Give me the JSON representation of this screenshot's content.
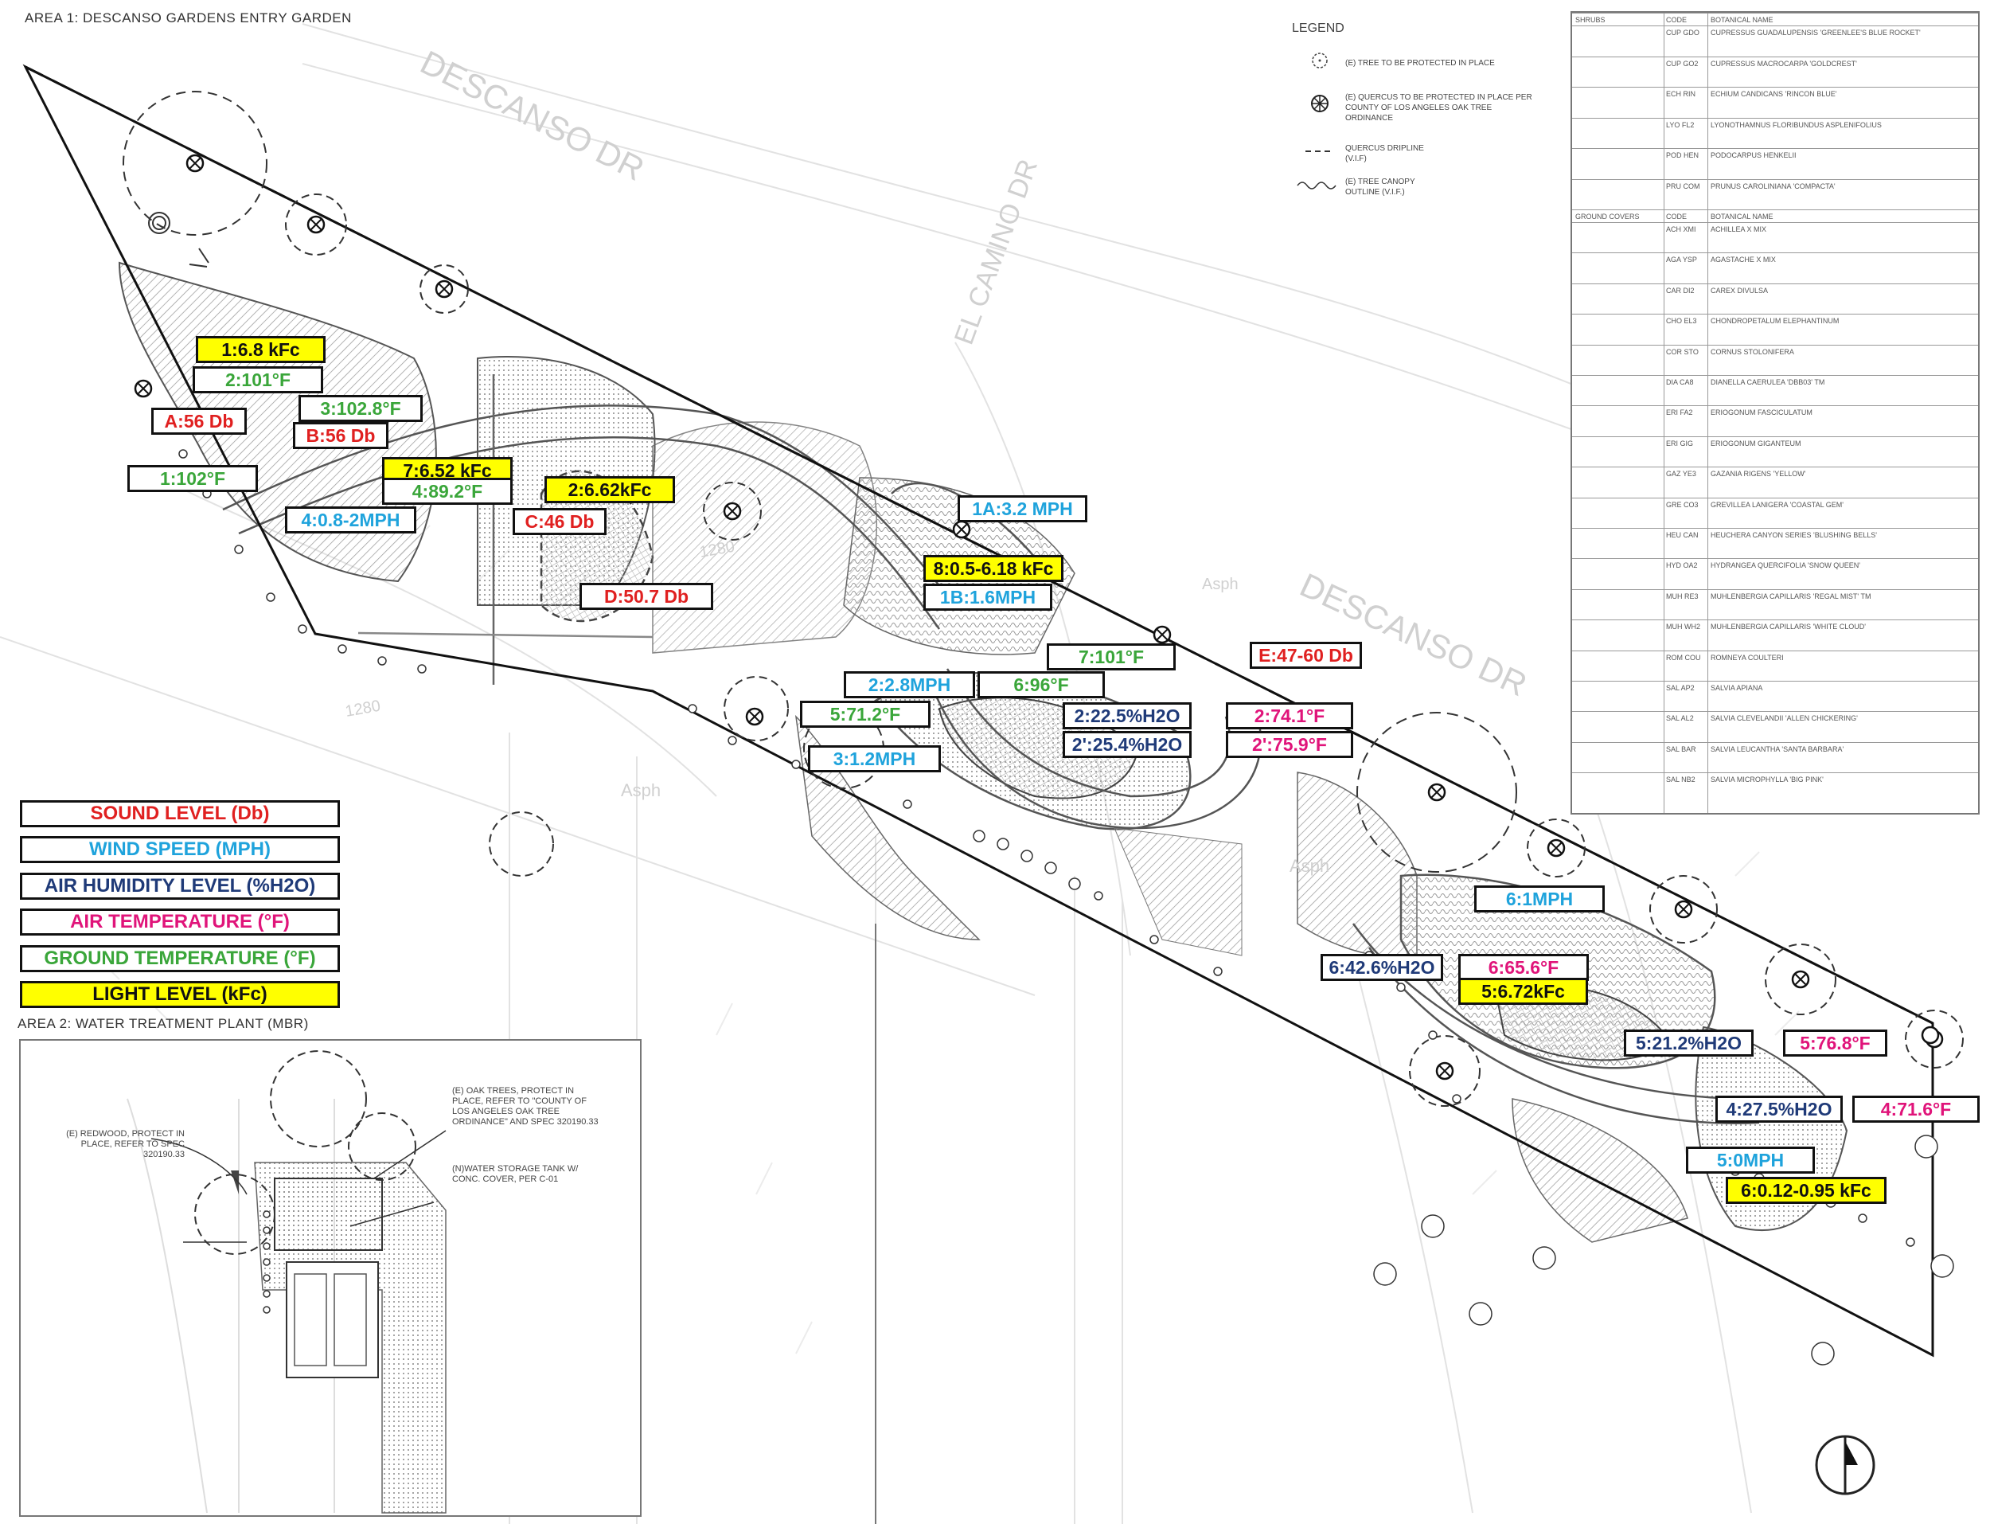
{
  "area1_title": "AREA 1: DESCANSO GARDENS ENTRY GARDEN",
  "area2_title": "AREA 2: WATER TREATMENT  PLANT (MBR)",
  "colors": {
    "sound": "#e02020",
    "wind": "#1fa3dc",
    "humidity": "#1f3a78",
    "air_temp": "#e0147a",
    "ground_temp": "#3aa63a",
    "light": "#111111",
    "light_fill": "#ffff00"
  },
  "map_text": {
    "street_upper": "DESCANSO DR",
    "street_lower": "DESCANSO DR",
    "street_cross": "EL CAMINO DR",
    "asph_1": "Asph",
    "asph_2": "Asph",
    "asph_3": "Asph",
    "elev_1": "1280",
    "elev_2": "1280"
  },
  "legend": {
    "title": "LEGEND",
    "items": [
      {
        "icon": "circle-dot-icon",
        "text": "(E) TREE TO BE PROTECTED IN PLACE"
      },
      {
        "icon": "oak-tree-icon",
        "text": "(E) QUERCUS TO BE PROTECTED IN PLACE PER COUNTY OF LOS ANGELES OAK TREE ORDINANCE"
      },
      {
        "icon": "dashed-line-icon",
        "text": "QUERCUS DRIPLINE (V.I.F)"
      },
      {
        "icon": "canopy-outline-icon",
        "text": "(E) TREE CANOPY OUTLINE (V.I.F.)"
      }
    ]
  },
  "plant_table": {
    "shrub_header": [
      "SHRUBS",
      "CODE",
      "BOTANICAL NAME"
    ],
    "shrubs": [
      {
        "code": "CUP GDO",
        "name": "CUPRESSUS GUADALUPENSIS 'GREENLEE'S BLUE ROCKET'"
      },
      {
        "code": "CUP GO2",
        "name": "CUPRESSUS MACROCARPA 'GOLDCREST'"
      },
      {
        "code": "ECH RIN",
        "name": "ECHIUM CANDICANS 'RINCON BLUE'"
      },
      {
        "code": "LYO FL2",
        "name": "LYONOTHAMNUS FLORIBUNDUS ASPLENIFOLIUS"
      },
      {
        "code": "POD HEN",
        "name": "PODOCARPUS HENKELII"
      },
      {
        "code": "PRU COM",
        "name": "PRUNUS CAROLINIANA 'COMPACTA'"
      }
    ],
    "gc_header": [
      "GROUND COVERS",
      "CODE",
      "BOTANICAL NAME"
    ],
    "groundcovers": [
      {
        "code": "ACH XMI",
        "name": "ACHILLEA X MIX"
      },
      {
        "code": "AGA YSP",
        "name": "AGASTACHE X MIX"
      },
      {
        "code": "CAR DI2",
        "name": "CAREX DIVULSA"
      },
      {
        "code": "CHO EL3",
        "name": "CHONDROPETALUM ELEPHANTINUM"
      },
      {
        "code": "COR STO",
        "name": "CORNUS STOLONIFERA"
      },
      {
        "code": "DIA CA8",
        "name": "DIANELLA CAERULEA 'DBB03' TM"
      },
      {
        "code": "ERI FA2",
        "name": "ERIOGONUM FASCICULATUM"
      },
      {
        "code": "ERI GIG",
        "name": "ERIOGONUM GIGANTEUM"
      },
      {
        "code": "GAZ YE3",
        "name": "GAZANIA RIGENS 'YELLOW'"
      },
      {
        "code": "GRE CO3",
        "name": "GREVILLEA LANIGERA 'COASTAL GEM'"
      },
      {
        "code": "HEU CAN",
        "name": "HEUCHERA CANYON SERIES 'BLUSHING BELLS'"
      },
      {
        "code": "HYD OA2",
        "name": "HYDRANGEA QUERCIFOLIA 'SNOW QUEEN'"
      },
      {
        "code": "MUH RE3",
        "name": "MUHLENBERGIA CAPILLARIS 'REGAL MIST' TM"
      },
      {
        "code": "MUH WH2",
        "name": "MUHLENBERGIA CAPILLARIS 'WHITE CLOUD'"
      },
      {
        "code": "ROM COU",
        "name": "ROMNEYA COULTERI"
      },
      {
        "code": "SAL AP2",
        "name": "SALVIA APIANA"
      },
      {
        "code": "SAL AL2",
        "name": "SALVIA CLEVELANDII 'ALLEN CHICKERING'"
      },
      {
        "code": "SAL BAR",
        "name": "SALVIA LEUCANTHA 'SANTA BARBARA'"
      },
      {
        "code": "SAL NB2",
        "name": "SALVIA MICROPHYLLA 'BIG PINK'"
      }
    ]
  },
  "measurement_key": [
    {
      "type": "sound",
      "text": "SOUND LEVEL (Db)"
    },
    {
      "type": "wind",
      "text": "WIND SPEED (MPH)"
    },
    {
      "type": "humidity",
      "text": "AIR HUMIDITY LEVEL (%H2O)"
    },
    {
      "type": "air_temp",
      "text": "AIR TEMPERATURE (°F)"
    },
    {
      "type": "ground_temp",
      "text": "GROUND TEMPERATURE (°F)"
    },
    {
      "type": "light",
      "text": "LIGHT LEVEL (kFc)"
    }
  ],
  "measurements": [
    {
      "type": "light",
      "text": "1:6.8 kFc"
    },
    {
      "type": "ground_temp",
      "text": "2:101°F"
    },
    {
      "type": "ground_temp",
      "text": "3:102.8°F"
    },
    {
      "type": "sound",
      "text": "A:56 Db"
    },
    {
      "type": "sound",
      "text": "B:56 Db"
    },
    {
      "type": "ground_temp",
      "text": "1:102°F"
    },
    {
      "type": "light",
      "text": "7:6.52 kFc"
    },
    {
      "type": "ground_temp",
      "text": "4:89.2°F"
    },
    {
      "type": "light",
      "text": "2:6.62kFc"
    },
    {
      "type": "wind",
      "text": "4:0.8-2MPH"
    },
    {
      "type": "sound",
      "text": "C:46 Db"
    },
    {
      "type": "wind",
      "text": "1A:3.2 MPH"
    },
    {
      "type": "light",
      "text": "8:0.5-6.18 kFc"
    },
    {
      "type": "wind",
      "text": "1B:1.6MPH"
    },
    {
      "type": "sound",
      "text": "D:50.7 Db"
    },
    {
      "type": "ground_temp",
      "text": "7:101°F"
    },
    {
      "type": "sound",
      "text": "E:47-60 Db"
    },
    {
      "type": "wind",
      "text": "2:2.8MPH"
    },
    {
      "type": "ground_temp",
      "text": "6:96°F"
    },
    {
      "type": "ground_temp",
      "text": "5:71.2°F"
    },
    {
      "type": "humidity",
      "text": "2:22.5%H2O"
    },
    {
      "type": "air_temp",
      "text": "2:74.1°F"
    },
    {
      "type": "humidity",
      "text": "2':25.4%H2O"
    },
    {
      "type": "air_temp",
      "text": "2':75.9°F"
    },
    {
      "type": "wind",
      "text": "3:1.2MPH"
    },
    {
      "type": "wind",
      "text": "6:1MPH"
    },
    {
      "type": "humidity",
      "text": "6:42.6%H2O"
    },
    {
      "type": "air_temp",
      "text": "6:65.6°F"
    },
    {
      "type": "light",
      "text": "5:6.72kFc"
    },
    {
      "type": "humidity",
      "text": "5:21.2%H2O"
    },
    {
      "type": "air_temp",
      "text": "5:76.8°F"
    },
    {
      "type": "humidity",
      "text": "4:27.5%H2O"
    },
    {
      "type": "air_temp",
      "text": "4:71.6°F"
    },
    {
      "type": "wind",
      "text": "5:0MPH"
    },
    {
      "type": "light",
      "text": "6:0.12-0.95 kFc"
    }
  ],
  "area2_notes": {
    "redwood": "(E) REDWOOD, PROTECT IN PLACE, REFER TO SPEC 320190.33",
    "oaks": "(E) OAK TREES, PROTECT IN PLACE, REFER TO \"COUNTY OF LOS ANGELES OAK TREE ORDINANCE\" AND SPEC 320190.33",
    "tank": "(N)WATER STORAGE TANK W/ CONC. COVER, PER C-01"
  }
}
